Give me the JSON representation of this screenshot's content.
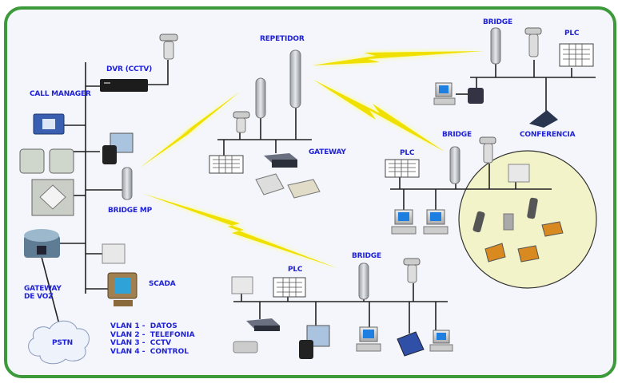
{
  "labels": {
    "dvr": "DVR (CCTV)",
    "call_manager": "CALL MANAGER",
    "bridge_mp": "BRIDGE MP",
    "scada": "SCADA",
    "gateway_voz_1": "GATEWAY",
    "gateway_voz_2": "DE VOZ",
    "pstn": "PSTN",
    "repetidor": "REPETIDOR",
    "gateway": "GATEWAY",
    "bridge_top": "BRIDGE",
    "plc_top": "PLC",
    "conferencia": "CONFERENCIA",
    "bridge_mid": "BRIDGE",
    "plc_mid": "PLC",
    "plc_bottom": "PLC",
    "bridge_bottom": "BRIDGE"
  },
  "vlans": [
    "VLAN 1 -  DATOS",
    "VLAN 2 -  TELEFONIA",
    "VLAN 3 -  CCTV",
    "VLAN 4 -  CONTROL"
  ],
  "colors": {
    "label": "#1f22d8",
    "border": "#3d9a3a",
    "wireless_link": "#f5e600",
    "wireless_zone": "#f3f3c9"
  }
}
